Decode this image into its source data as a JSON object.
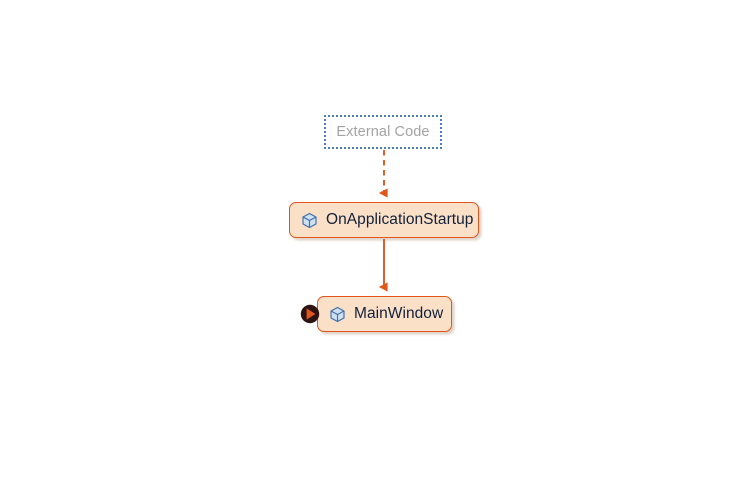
{
  "diagram": {
    "type": "call-stack-code-map",
    "background_color": "#ffffff",
    "nodes": [
      {
        "id": "external-code",
        "label": "External Code",
        "style": "stub-dotted",
        "border_color": "#4a7fb5",
        "text_color": "#a3a3a3",
        "fill_color": "#ffffff",
        "icon": null,
        "has_exec_marker": false
      },
      {
        "id": "on-application-startup",
        "label": "OnApplicationStartup",
        "style": "method",
        "border_color": "#e0561b",
        "text_color": "#12203a",
        "fill_color": "#fbe0c8",
        "icon": "method-cube-icon",
        "has_exec_marker": false
      },
      {
        "id": "main-window",
        "label": "MainWindow",
        "style": "method",
        "border_color": "#e0561b",
        "text_color": "#12203a",
        "fill_color": "#fbe0c8",
        "icon": "method-cube-icon",
        "has_exec_marker": true
      }
    ],
    "edges": [
      {
        "id": "edge-external-to-startup",
        "from": "external-code",
        "to": "on-application-startup",
        "style": "dashed",
        "color": "#e0561b",
        "arrowhead": "solid"
      },
      {
        "id": "edge-startup-to-mainwindow",
        "from": "on-application-startup",
        "to": "main-window",
        "style": "solid",
        "color": "#e0561b",
        "arrowhead": "solid"
      }
    ],
    "markers": [
      {
        "id": "current-execution-pointer",
        "attached_to": "main-window",
        "circle_color": "#2b1411",
        "arrow_color": "#e0561b"
      }
    ]
  }
}
